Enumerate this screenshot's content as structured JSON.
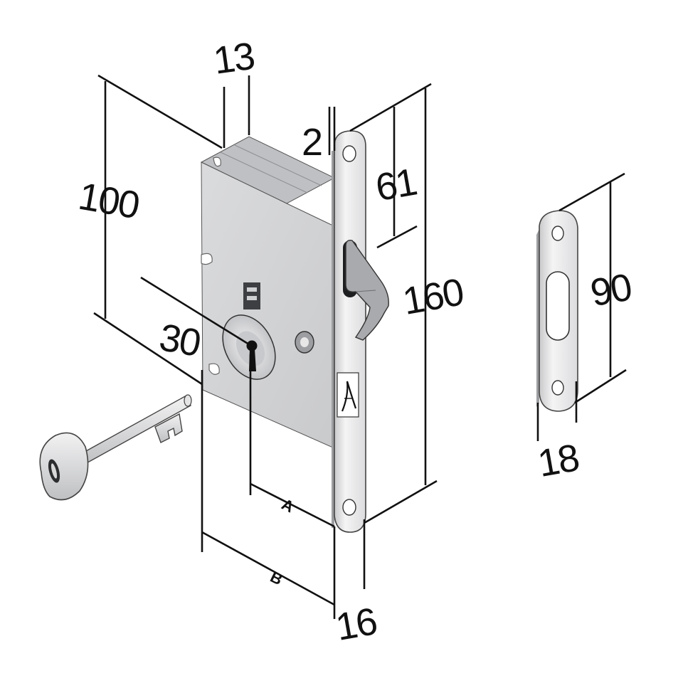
{
  "dimensions": {
    "depth": "13",
    "height": "100",
    "backset": "30",
    "faceplate_thickness": "2",
    "latch_offset": "61",
    "faceplate_height": "160",
    "faceplate_width": "16",
    "strike_height": "90",
    "strike_width": "18"
  },
  "markers": {
    "a": "A",
    "b": "B"
  },
  "colors": {
    "body": "#d3d4d6",
    "body_edge": "#bcbdc0",
    "faceplate": "#e9e9ea",
    "latch": "#a9aaad",
    "line": "#111111"
  },
  "icons": {
    "key": "key-icon",
    "keyhole": "keyhole-icon",
    "logo": "brand-logo-icon"
  }
}
